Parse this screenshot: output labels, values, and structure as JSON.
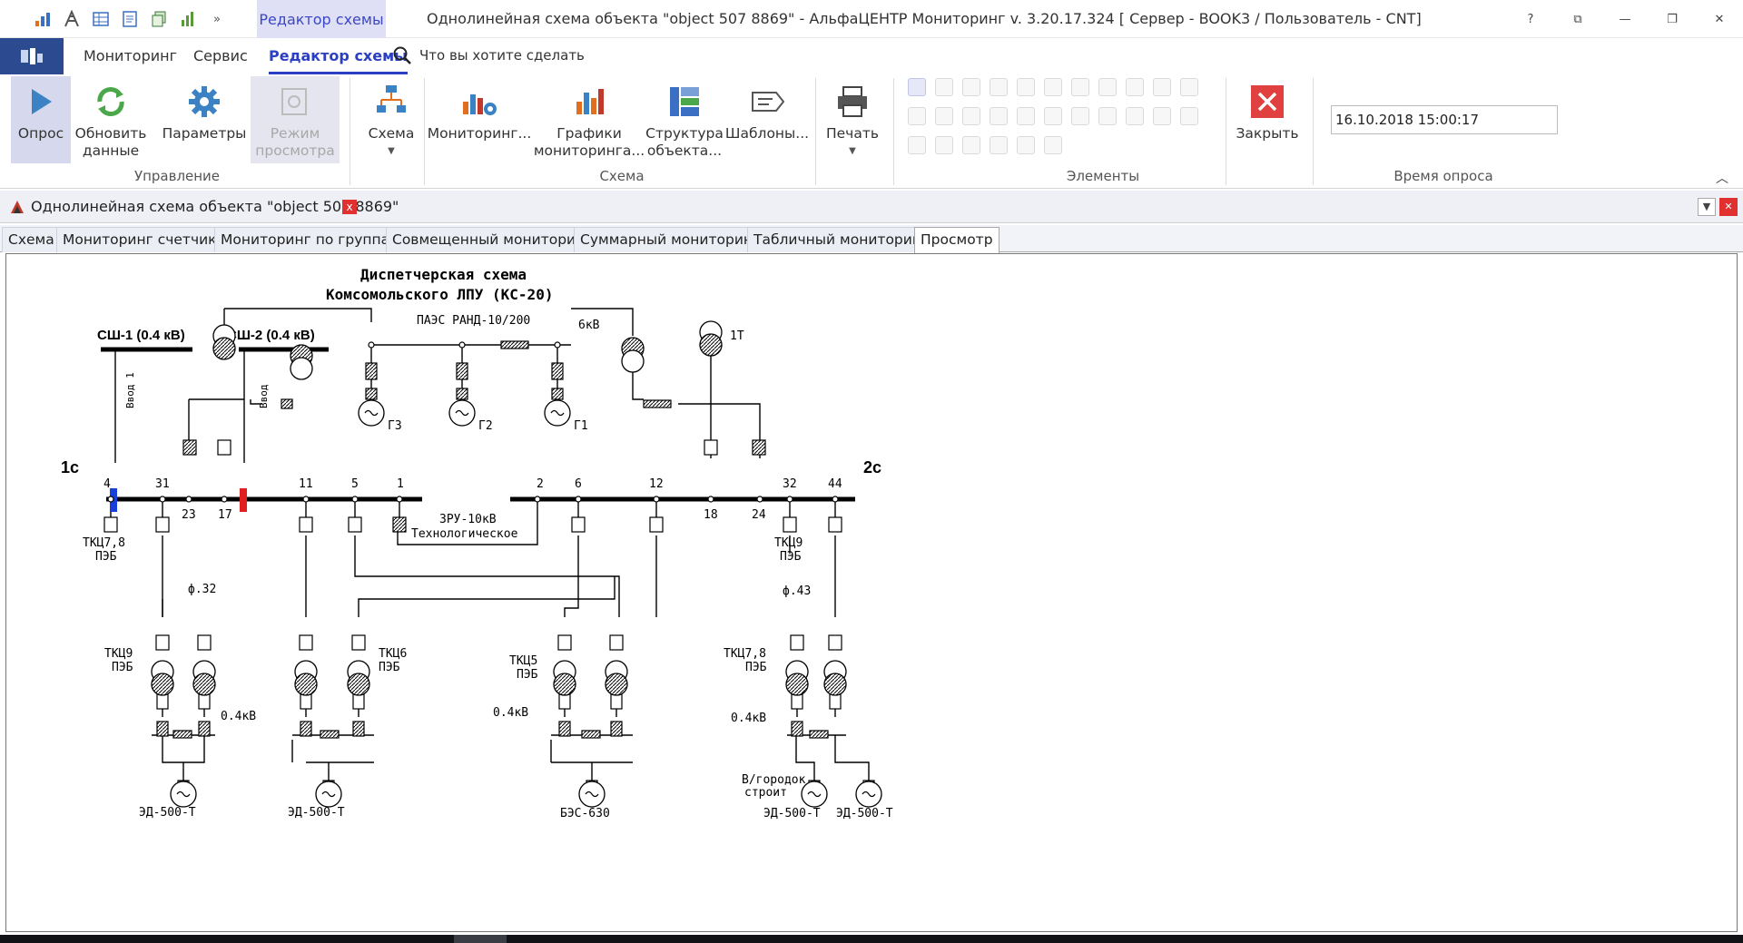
{
  "window": {
    "title": "Однолинейная схема объекта \"object 507 8869\" - АльфаЦЕНТР Мониторинг v. 3.20.17.324  [ Сервер - BOOK3 / Пользователь - CNT]",
    "context_tab": "Редактор схемы",
    "controls": {
      "help": "?",
      "restore": "⧉",
      "minimize": "—",
      "maximize": "❐",
      "close": "✕"
    },
    "qat_more": "»"
  },
  "ribbon_tabs": {
    "monitoring": "Мониторинг",
    "service": "Сервис",
    "schema_editor": "Редактор схемы",
    "tell_me": "Что вы хотите сделать"
  },
  "ribbon": {
    "poll": "Опрос",
    "refresh": [
      "Обновить",
      "данные"
    ],
    "params": "Параметры",
    "view_mode": [
      "Режим",
      "просмотра"
    ],
    "group_control": "Управление",
    "schema": "Схема",
    "monitoring": "Мониторинг...",
    "charts": [
      "Графики",
      "мониторинга..."
    ],
    "structure": [
      "Структура",
      "объекта..."
    ],
    "templates": "Шаблоны...",
    "print": "Печать",
    "group_schema": "Схема",
    "group_elements": "Элементы",
    "close": "Закрыть",
    "poll_time_value": "16.10.2018 15:00:17",
    "group_poll_time": "Время опроса"
  },
  "doc_tab": {
    "title": "Однолинейная схема объекта \"object 507 8869\"",
    "close": "x"
  },
  "view_tabs": [
    "Схема",
    "Мониторинг счетчиков",
    "Мониторинг по группам",
    "Совмещенный мониторинг",
    "Суммарный мониторинг",
    "Табличный мониторинг",
    "Просмотр"
  ],
  "diagram": {
    "title1": "Диспетчерская схема",
    "title2": "Комсомольского ЛПУ (КС-20)",
    "ssh1": "СШ-1 (0.4 кВ)",
    "ssh2": "СШ-2 (0.4 кВ)",
    "vvod1": "Ввод 1",
    "vvod": "Ввод",
    "paes": "ПАЭС РАНД-10/200",
    "kv6": "6кВ",
    "t1": "1Т",
    "g3": "Г3",
    "g2": "Г2",
    "g1": "Г1",
    "bus1": "1с",
    "bus2": "2с",
    "zru1": "ЗРУ-10кВ",
    "zru2": "Технологическое",
    "nums": [
      "4",
      "31",
      "23",
      "17",
      "11",
      "5",
      "1",
      "2",
      "6",
      "12",
      "18",
      "24",
      "32",
      "44"
    ],
    "tkc78": "ТКЦ7,8",
    "peb": "ПЭБ",
    "tkc9": "ТКЦ9",
    "f32": "ф.32",
    "f43": "ф.43",
    "tkc6": "ТКЦ6",
    "tkc5": "ТКЦ5",
    "kv04": "0.4кВ",
    "ed500": "ЭД-500-Т",
    "bes630": "БЭС-630",
    "gorod1": "В/городок",
    "gorod2": "строит"
  }
}
